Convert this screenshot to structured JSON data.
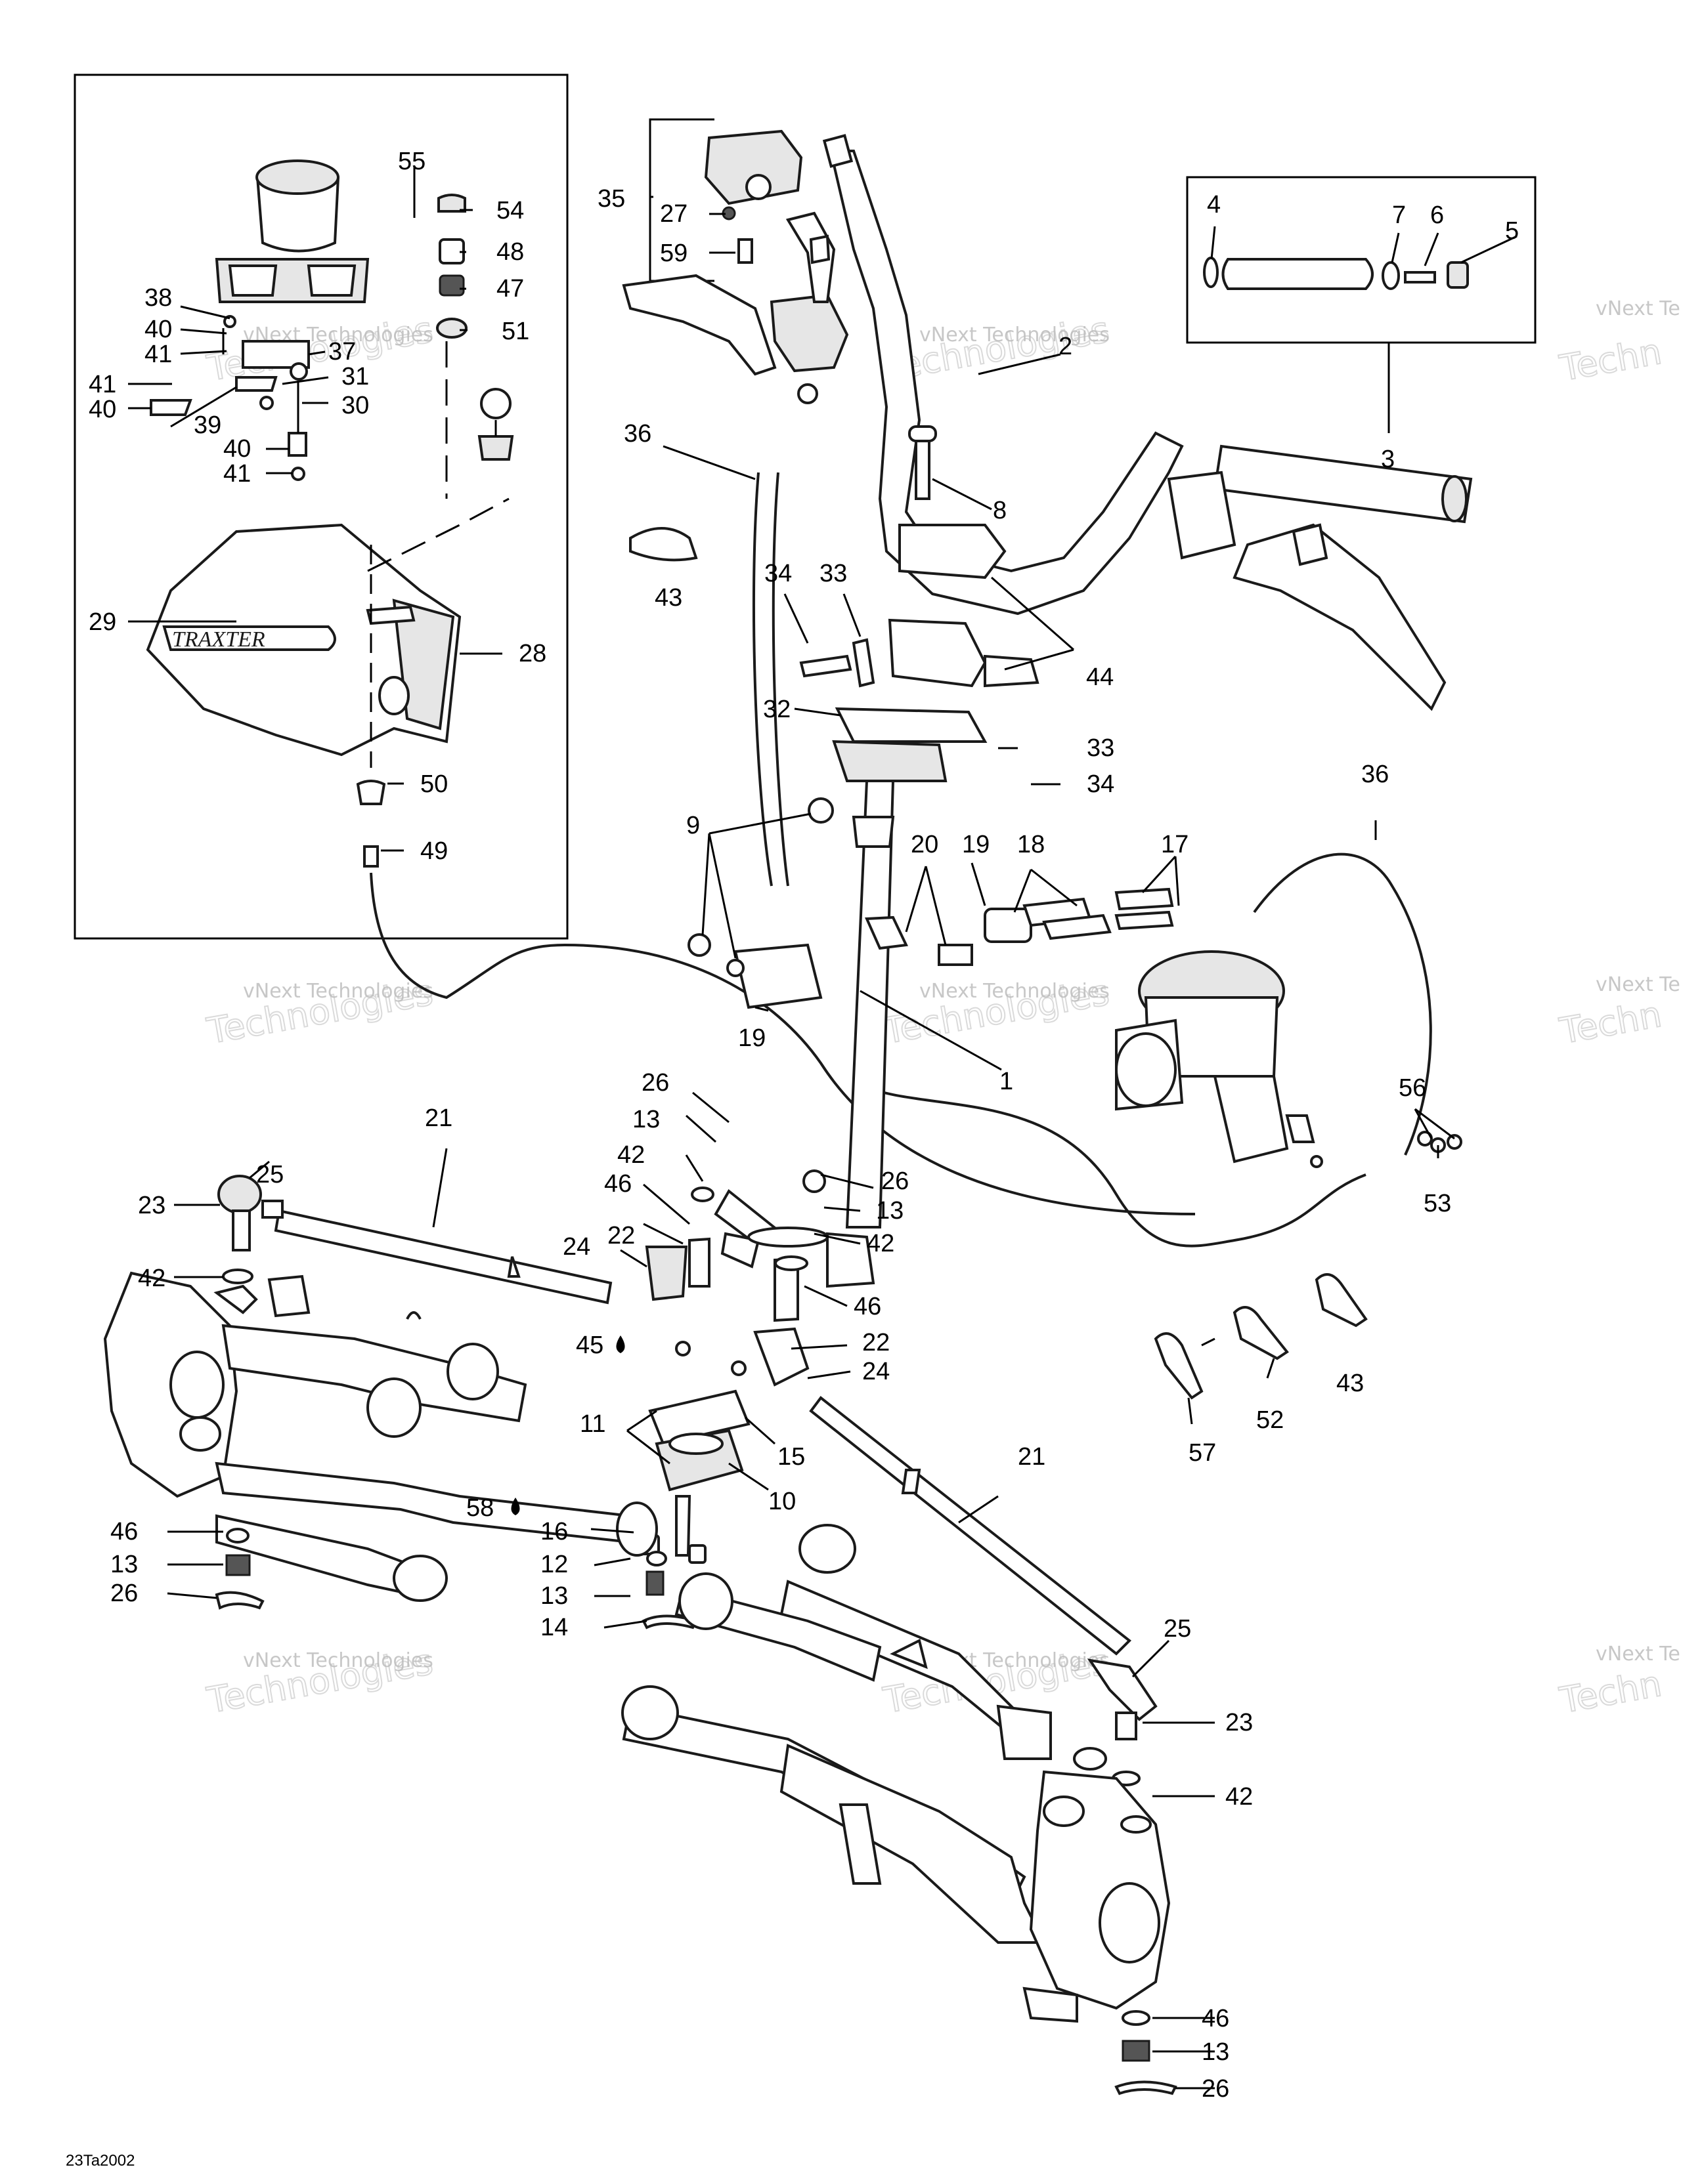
{
  "drawing_code": "23Ta2002",
  "watermark": {
    "line1": "vNext Technologies",
    "line2": "Technologies",
    "partial_a": "vNext Te",
    "partial_b": "Techn"
  },
  "logo_text": "TRAXTER",
  "callouts": [
    {
      "id": "c55a",
      "text": "55"
    },
    {
      "id": "c54",
      "text": "54"
    },
    {
      "id": "c48",
      "text": "48"
    },
    {
      "id": "c47",
      "text": "47"
    },
    {
      "id": "c51",
      "text": "51"
    },
    {
      "id": "c38",
      "text": "38"
    },
    {
      "id": "c40a",
      "text": "40"
    },
    {
      "id": "c41a",
      "text": "41"
    },
    {
      "id": "c37",
      "text": "37"
    },
    {
      "id": "c41b",
      "text": "41"
    },
    {
      "id": "c31",
      "text": "31"
    },
    {
      "id": "c40b",
      "text": "40"
    },
    {
      "id": "c30",
      "text": "30"
    },
    {
      "id": "c39",
      "text": "39"
    },
    {
      "id": "c40c",
      "text": "40"
    },
    {
      "id": "c41c",
      "text": "41"
    },
    {
      "id": "c29",
      "text": "29"
    },
    {
      "id": "c28",
      "text": "28"
    },
    {
      "id": "c50",
      "text": "50"
    },
    {
      "id": "c49",
      "text": "49"
    },
    {
      "id": "c35",
      "text": "35"
    },
    {
      "id": "c27",
      "text": "27"
    },
    {
      "id": "c59",
      "text": "59"
    },
    {
      "id": "c2",
      "text": "2"
    },
    {
      "id": "c4",
      "text": "4"
    },
    {
      "id": "c7",
      "text": "7"
    },
    {
      "id": "c6",
      "text": "6"
    },
    {
      "id": "c5",
      "text": "5"
    },
    {
      "id": "c3",
      "text": "3"
    },
    {
      "id": "c36a",
      "text": "36"
    },
    {
      "id": "c8",
      "text": "8"
    },
    {
      "id": "c43a",
      "text": "43"
    },
    {
      "id": "c34a",
      "text": "34"
    },
    {
      "id": "c33a",
      "text": "33"
    },
    {
      "id": "c44",
      "text": "44"
    },
    {
      "id": "c32",
      "text": "32"
    },
    {
      "id": "c33b",
      "text": "33"
    },
    {
      "id": "c34b",
      "text": "34"
    },
    {
      "id": "c36b",
      "text": "36"
    },
    {
      "id": "c9",
      "text": "9"
    },
    {
      "id": "c20",
      "text": "20"
    },
    {
      "id": "c19a",
      "text": "19"
    },
    {
      "id": "c18",
      "text": "18"
    },
    {
      "id": "c17",
      "text": "17"
    },
    {
      "id": "c19b",
      "text": "19"
    },
    {
      "id": "c1",
      "text": "1"
    },
    {
      "id": "c56",
      "text": "56"
    },
    {
      "id": "c53",
      "text": "53"
    },
    {
      "id": "c26a",
      "text": "26"
    },
    {
      "id": "c13a",
      "text": "13"
    },
    {
      "id": "c42a",
      "text": "42"
    },
    {
      "id": "c46a",
      "text": "46"
    },
    {
      "id": "c25a",
      "text": "25"
    },
    {
      "id": "c21a",
      "text": "21"
    },
    {
      "id": "c23a",
      "text": "23"
    },
    {
      "id": "c42b",
      "text": "42"
    },
    {
      "id": "c24a",
      "text": "24"
    },
    {
      "id": "c22a",
      "text": "22"
    },
    {
      "id": "c26b",
      "text": "26"
    },
    {
      "id": "c13b",
      "text": "13"
    },
    {
      "id": "c42c",
      "text": "42"
    },
    {
      "id": "c46b",
      "text": "46"
    },
    {
      "id": "c45",
      "text": "45"
    },
    {
      "id": "c22b",
      "text": "22"
    },
    {
      "id": "c24b",
      "text": "24"
    },
    {
      "id": "c43b",
      "text": "43"
    },
    {
      "id": "c52",
      "text": "52"
    },
    {
      "id": "c57",
      "text": "57"
    },
    {
      "id": "c11",
      "text": "11"
    },
    {
      "id": "c15",
      "text": "15"
    },
    {
      "id": "c10",
      "text": "10"
    },
    {
      "id": "c21b",
      "text": "21"
    },
    {
      "id": "c58",
      "text": "58"
    },
    {
      "id": "c16",
      "text": "16"
    },
    {
      "id": "c12",
      "text": "12"
    },
    {
      "id": "c13c",
      "text": "13"
    },
    {
      "id": "c14",
      "text": "14"
    },
    {
      "id": "c46c",
      "text": "46"
    },
    {
      "id": "c13d",
      "text": "13"
    },
    {
      "id": "c26c",
      "text": "26"
    },
    {
      "id": "c25b",
      "text": "25"
    },
    {
      "id": "c23b",
      "text": "23"
    },
    {
      "id": "c42d",
      "text": "42"
    },
    {
      "id": "c46d",
      "text": "46"
    },
    {
      "id": "c13e",
      "text": "13"
    },
    {
      "id": "c26d",
      "text": "26"
    }
  ]
}
